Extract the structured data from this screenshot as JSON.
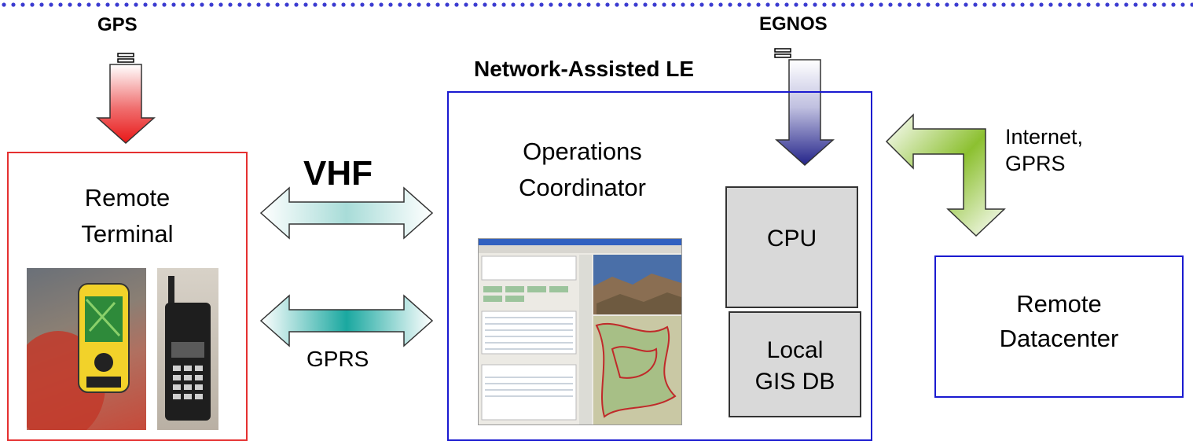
{
  "labels": {
    "gps": "GPS",
    "egnos": "EGNOS",
    "network_assisted": "Network-Assisted LE",
    "remote_terminal": "Remote\nTerminal",
    "vhf": "VHF",
    "gprs": "GPRS",
    "operations_coordinator": "Operations\nCoordinator",
    "cpu": "CPU",
    "local_gis_db": "Local\nGIS DB",
    "internet_gprs": "Internet,\nGPRS",
    "remote_datacenter": "Remote\nDatacenter"
  },
  "colors": {
    "dotted_border": "#3b3bd0",
    "terminal_border": "#e53030",
    "network_border": "#1a1ad0",
    "gps_arrow": "#e81818",
    "egnos_arrow": "#2a2a9a",
    "comm_arrow": "#1aa8a0",
    "internet_arrow": "#8cc030",
    "component_fill": "#d9d9d9"
  },
  "icons": {
    "screenshot": "gis-application-screenshot",
    "handheld": "gps-handheld-device",
    "radio": "vhf-radio-device"
  }
}
